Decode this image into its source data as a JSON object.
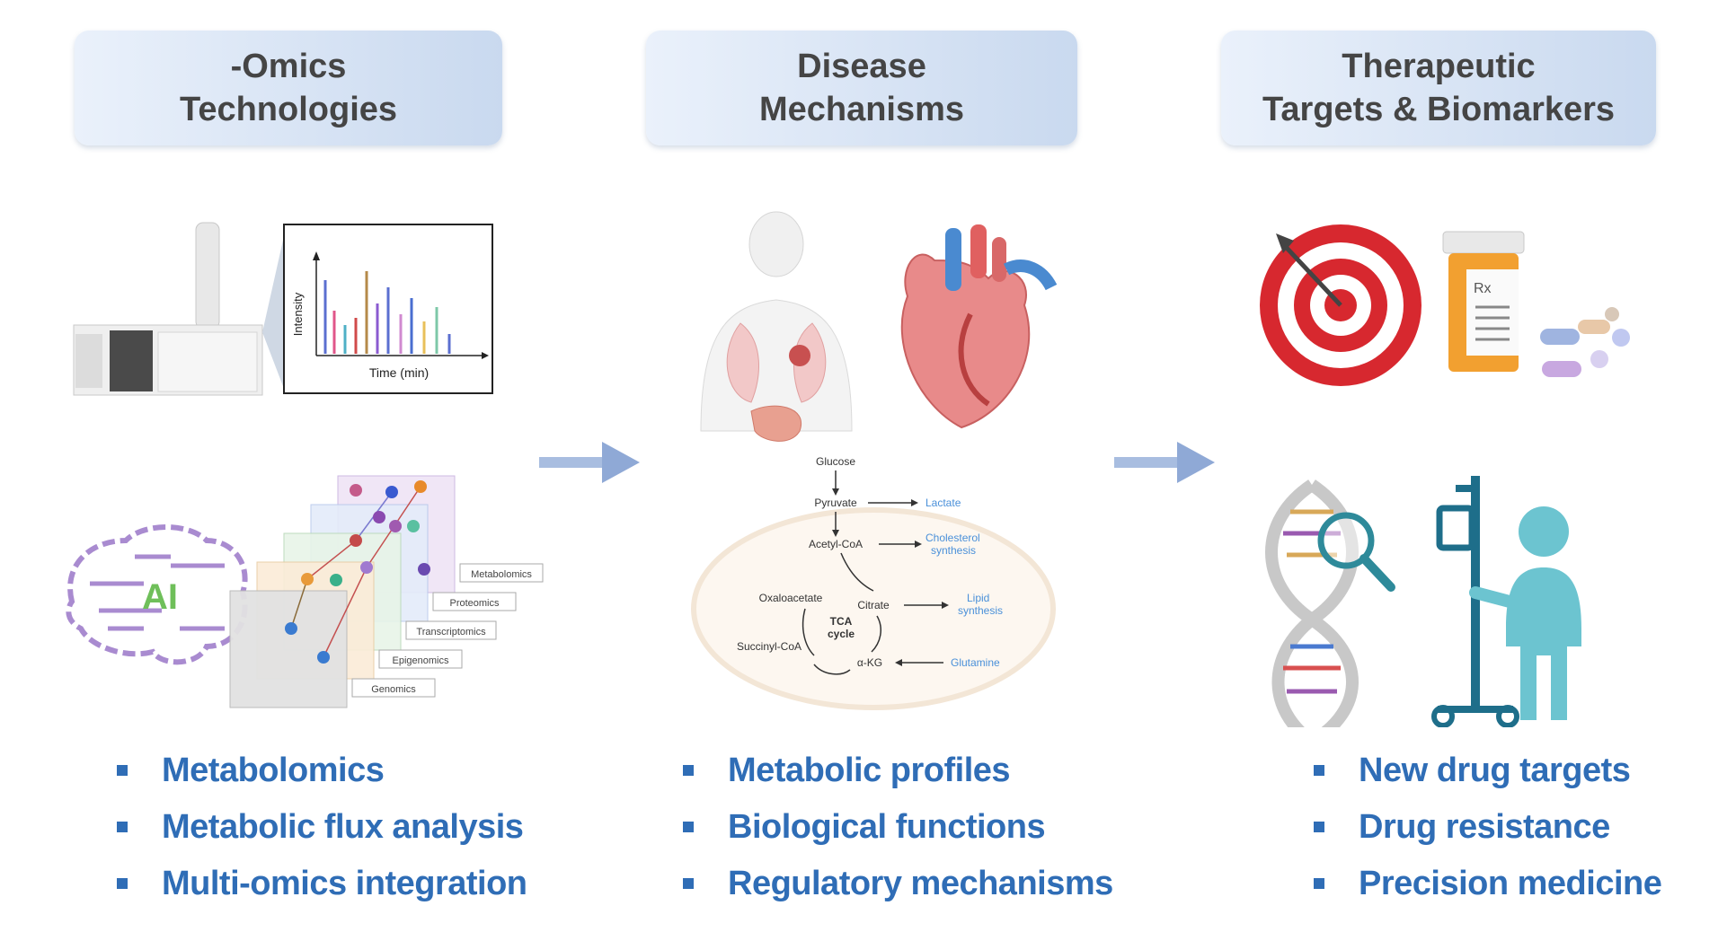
{
  "columns": [
    {
      "title_line1": "-Omics",
      "title_line2": "Technologies",
      "bullets": [
        "Metabolomics",
        "Metabolic flux analysis",
        "Multi-omics integration"
      ]
    },
    {
      "title_line1": "Disease",
      "title_line2": "Mechanisms",
      "bullets": [
        "Metabolic profiles",
        "Biological functions",
        "Regulatory mechanisms"
      ]
    },
    {
      "title_line1": "Therapeutic",
      "title_line2": "Targets & Biomarkers",
      "bullets": [
        "New drug targets",
        "Drug resistance",
        "Precision medicine"
      ]
    }
  ],
  "spectrum": {
    "ylabel": "Intensity",
    "xlabel": "Time (min)"
  },
  "ai_label": "AI",
  "omics_layers": [
    "Metabolomics",
    "Proteomics",
    "Transcriptomics",
    "Epigenomics",
    "Genomics"
  ],
  "pathway": {
    "glucose": "Glucose",
    "pyruvate": "Pyruvate",
    "lactate": "Lactate",
    "acetyl_coa": "Acetyl-CoA",
    "cholesterol_1": "Cholesterol",
    "cholesterol_2": "synthesis",
    "oxaloacetate": "Oxaloacetate",
    "citrate": "Citrate",
    "lipid_1": "Lipid",
    "lipid_2": "synthesis",
    "tca_1": "TCA",
    "tca_2": "cycle",
    "succinyl_coa": "Succinyl-CoA",
    "akg": "α-KG",
    "glutamine": "Glutamine"
  },
  "rx_label": "Rx",
  "colors": {
    "bullet_text": "#2f6db6",
    "header_text": "#454545",
    "arrow": "#8fa9d6",
    "target_red": "#d7282f",
    "pathway_blue": "#4a90d9"
  }
}
